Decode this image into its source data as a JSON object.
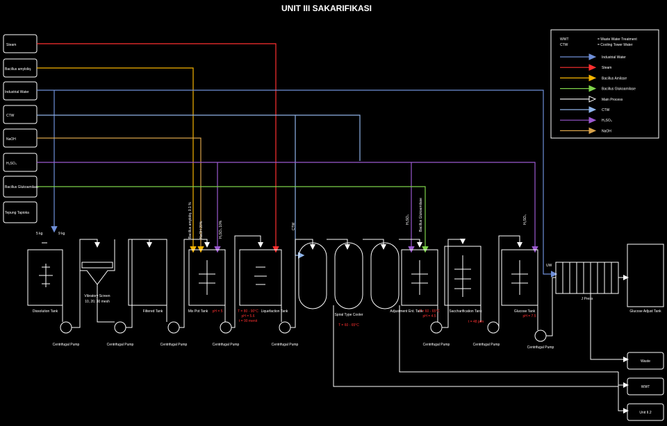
{
  "title": "UNIT III SAKARIFIKASI",
  "inputs": {
    "steam": "Steam",
    "bacillus": "Bacillus amyloliq.",
    "industrial_water": "Industrial Water",
    "ctw": "CTW",
    "naoh": "NaOH",
    "h2so4": "H₂SO₄",
    "glucoamylase": "Bacillus Glukoamilase",
    "tapioca": "Tepung Tapioka"
  },
  "legend": {
    "wwt_abbr": "WWT",
    "wwt_desc": "= Waste Water Treatment",
    "ctw_abbr": "CTW",
    "ctw_desc": "= Cooling Tower Water",
    "items": [
      {
        "label": "Industrial Water",
        "color": "#6f8fd8"
      },
      {
        "label": "Steam",
        "color": "#ff3030"
      },
      {
        "label": "Bacillus Amilase",
        "color": "#f5b400"
      },
      {
        "label": "Bacillus Glukoamilase",
        "color": "#7ed34a"
      },
      {
        "label": "Main Process",
        "color": "#ffffff"
      },
      {
        "label": "CTW",
        "color": "#8fb4e8"
      },
      {
        "label": "H₂SO₄",
        "color": "#9b59d0"
      },
      {
        "label": "NaOH",
        "color": "#d8a24a"
      }
    ]
  },
  "feed_labels": {
    "dissolution_a": "5 kg",
    "dissolution_b": "9 kg",
    "mix_bacillus": "Bacillus amyloliq. 0.1 %",
    "mix_naoh": "NaOH 20%",
    "mix_h2so4": "H₂SO₄ 10%",
    "ctw": "CTW",
    "adj_h2so4": "H₂SO₄",
    "adj_gluco": "Bacillus Glukoamilase",
    "glu_h2so4": "H₂SO₄",
    "uw": "UW"
  },
  "equipment": {
    "dissolution_tank": "Dissolution Tank",
    "vibratory_screen": "Vibratory Screen",
    "vibratory_sub": "10, 20, 30 mesh",
    "filtered_tank": "Filtered Tank",
    "mix_pot_tank": "Mix Pot Tank",
    "mix_ph": "pH = 5",
    "liquefaction_tank": "Liquefaction Tank",
    "liq_t": "T = 80 - 90°C",
    "liq_ph": "pH = 5.6",
    "liq_time": "t = 90 menit",
    "spiral_cooler": "Spiral Type Cooler",
    "spiral_t": "T = 60 - 65°C",
    "adjustment_tank": "Adjustment Ent. Tank",
    "adj_t": "T = 60 - 65°C",
    "adj_ph": "pH = 4.5",
    "sacch_tank": "Saccharification Tank",
    "sacch_t": "t = 48 jam",
    "glucose_tank": "Glucose Tank",
    "glu_ph": "pH = 7.5",
    "j_press": "J Press",
    "glucose_adjust_tank": "Glucose Adjust Tank",
    "pump": "Centrifugal Pump"
  },
  "outputs": {
    "waste": "Waste",
    "wwt": "WWT",
    "unit": "Unit II.2"
  }
}
